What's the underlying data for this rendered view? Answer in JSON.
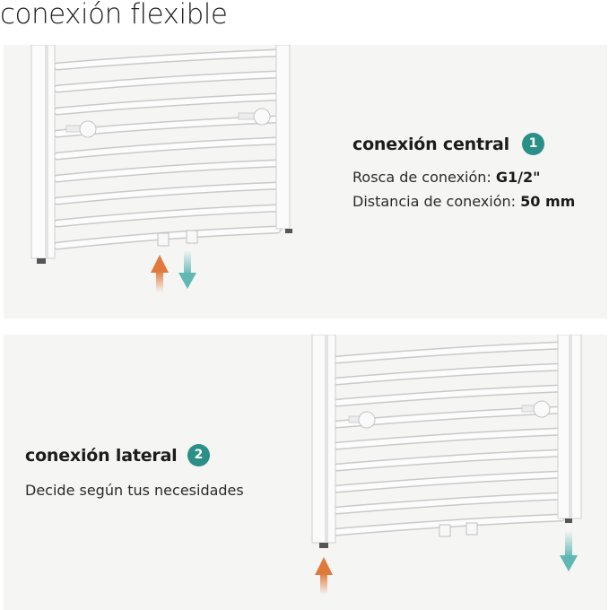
{
  "title": "conexión flexible",
  "central": {
    "heading": "conexión central",
    "badge": "1",
    "thread_label": "Rosca de conexión: ",
    "thread_value": "G1/2\"",
    "distance_label": "Distancia de conexión: ",
    "distance_value": "50 mm"
  },
  "lateral": {
    "heading": "conexión lateral",
    "badge": "2",
    "description": "Decide según tus necesidades"
  },
  "colors": {
    "accent": "#2a8f86",
    "panel": "#f5f5f4",
    "inflow_arrow": "#e07a3c",
    "outflow_arrow": "#5fb8b2"
  },
  "icons": [
    "towel-radiator-illustration",
    "inflow-arrow-icon",
    "outflow-arrow-icon"
  ]
}
